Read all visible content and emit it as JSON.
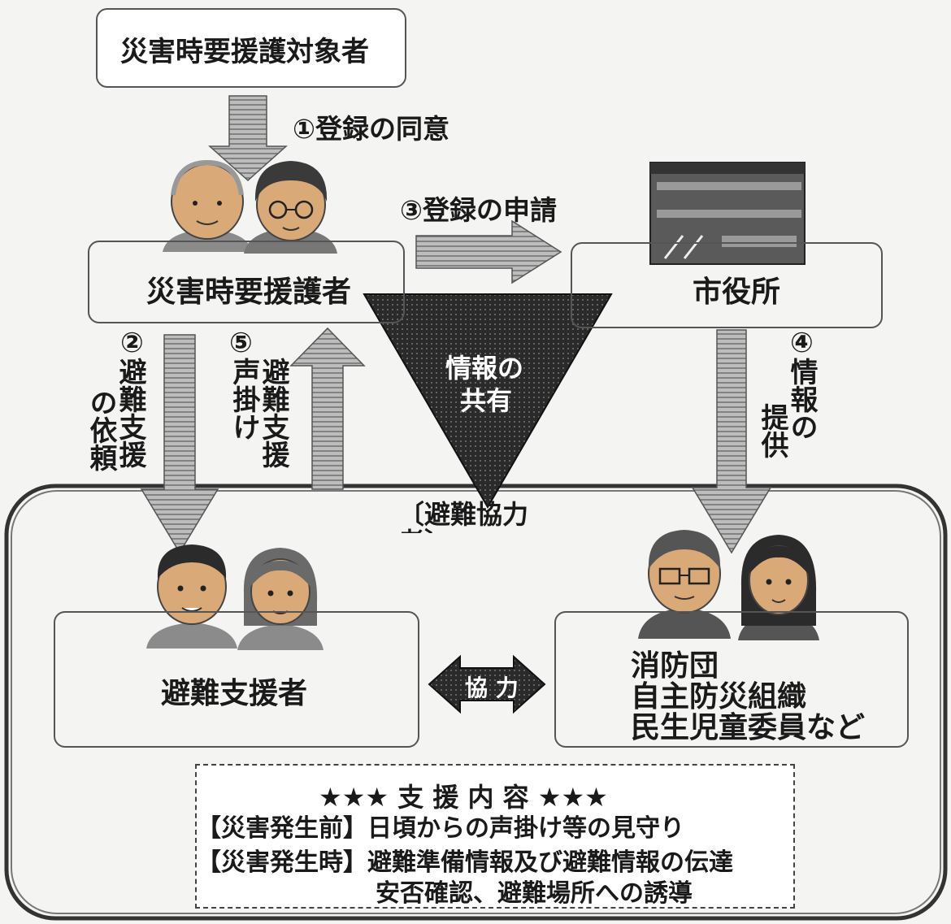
{
  "nodes": {
    "target": "災害時要援護対象者",
    "person": "災害時要援護者",
    "city": "市役所",
    "supporter": "避難支援者",
    "orgs": [
      "消防団",
      "自主防災組織",
      "民生児童委員など"
    ]
  },
  "arrows": {
    "step1": "①登録の同意",
    "step2_num": "②",
    "step2_col1": "避難支援",
    "step2_col2": "の依頼",
    "step3": "③登録の申請",
    "step4_num": "④",
    "step4_col1": "情報の",
    "step4_col2": "提供",
    "step5_num": "⑤",
    "step5_col1": "避難支援",
    "step5_col2": "声掛け",
    "cooperation": "協 力"
  },
  "share": {
    "line1": "情報の",
    "line2": "共有"
  },
  "group_caption": "〔避難協力\n者〕",
  "support": {
    "title": "★★★ 支 援 内 容 ★★★",
    "before": "【災害発生前】日頃からの声掛け等の見守り",
    "during": "【災害発生時】避難準備情報及び避難情報の伝達",
    "during_cont": "安否確認、避難場所への誘導"
  },
  "colors": {
    "arrow_fill": "#8a8a8a",
    "triangle": "#2a2a2a",
    "skin": "#d9a978",
    "hair": "#2b2b2b"
  }
}
